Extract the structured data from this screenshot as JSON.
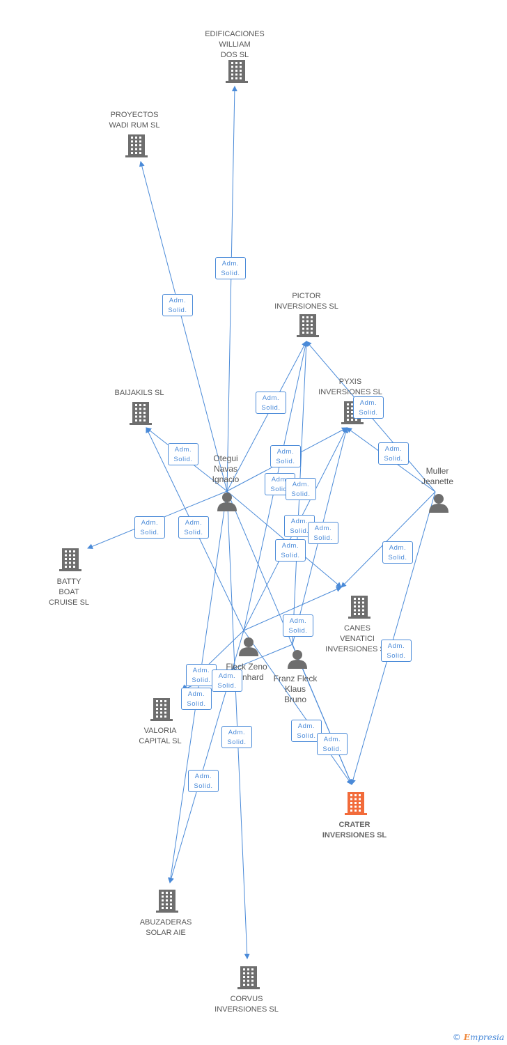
{
  "colors": {
    "edge": "#4a8ad8",
    "company": "#6e6e6e",
    "person": "#6e6e6e",
    "focus_company": "#f26b3a"
  },
  "footer": {
    "copyright": "©",
    "brand_first": "E",
    "brand_rest": "mpresia"
  },
  "nodes": [
    {
      "id": "edificaciones",
      "type": "company",
      "label": "EDIFICACIONES\nWILLIAM\nDOS SL"
    },
    {
      "id": "proyectos",
      "type": "company",
      "label": "PROYECTOS\nWADI RUM SL"
    },
    {
      "id": "pictor",
      "type": "company",
      "label": "PICTOR\nINVERSIONES SL"
    },
    {
      "id": "baijakils",
      "type": "company",
      "label": "BAIJAKILS SL"
    },
    {
      "id": "pyxis",
      "type": "company",
      "label": "PYXIS\nINVERSIONES SL"
    },
    {
      "id": "otegui",
      "type": "person",
      "label": "Otegui\nNavas\nIgnacio"
    },
    {
      "id": "muller",
      "type": "person",
      "label": "Muller\nJeanette"
    },
    {
      "id": "batty",
      "type": "company",
      "label": "BATTY\nBOAT\nCRUISE SL"
    },
    {
      "id": "canes",
      "type": "company",
      "label": "CANES\nVENATICI\nINVERSIONES SL"
    },
    {
      "id": "fleckzeno",
      "type": "person",
      "label": "Fleck Zeno\nBernhard"
    },
    {
      "id": "franzfleck",
      "type": "person",
      "label": "Franz Fleck\nKlaus\nBruno"
    },
    {
      "id": "valoria",
      "type": "company",
      "label": "VALORIA\nCAPITAL SL"
    },
    {
      "id": "crater",
      "type": "focus",
      "label": "CRATER\nINVERSIONES SL"
    },
    {
      "id": "abuzaderas",
      "type": "company",
      "label": "ABUZADERAS\nSOLAR AIE"
    },
    {
      "id": "corvus",
      "type": "company",
      "label": "CORVUS\nINVERSIONES SL"
    }
  ],
  "edges": [
    {
      "from": "otegui",
      "to": "edificaciones",
      "label": "Adm.\nSolid."
    },
    {
      "from": "otegui",
      "to": "proyectos",
      "label": "Adm.\nSolid."
    },
    {
      "from": "otegui",
      "to": "pictor",
      "label": "Adm.\nSolid."
    },
    {
      "from": "otegui",
      "to": "baijakils",
      "label": "Adm.\nSolid."
    },
    {
      "from": "otegui",
      "to": "pyxis",
      "label": "Adm.\nSolid."
    },
    {
      "from": "otegui",
      "to": "batty",
      "label": "Adm.\nSolid."
    },
    {
      "from": "otegui",
      "to": "canes",
      "label": "Adm.\nSolid."
    },
    {
      "from": "otegui",
      "to": "crater",
      "label": "Adm.\nSolid."
    },
    {
      "from": "otegui",
      "to": "abuzaderas",
      "label": "Adm.\nSolid."
    },
    {
      "from": "otegui",
      "to": "corvus",
      "label": "Adm.\nSolid."
    },
    {
      "from": "muller",
      "to": "pictor",
      "label": "Adm.\nSolid."
    },
    {
      "from": "muller",
      "to": "pyxis",
      "label": "Adm.\nSolid."
    },
    {
      "from": "muller",
      "to": "canes",
      "label": "Adm.\nSolid."
    },
    {
      "from": "muller",
      "to": "crater",
      "label": "Adm.\nSolid."
    },
    {
      "from": "fleckzeno",
      "to": "pictor",
      "label": "Adm.\nSolid."
    },
    {
      "from": "fleckzeno",
      "to": "pyxis",
      "label": "Adm.\nSolid."
    },
    {
      "from": "fleckzeno",
      "to": "baijakils",
      "label": "Adm.\nSolid."
    },
    {
      "from": "fleckzeno",
      "to": "canes",
      "label": "Adm.\nSolid."
    },
    {
      "from": "fleckzeno",
      "to": "valoria",
      "label": "Adm.\nSolid."
    },
    {
      "from": "fleckzeno",
      "to": "abuzaderas",
      "label": "Adm.\nSolid."
    },
    {
      "from": "fleckzeno",
      "to": "crater",
      "label": "Adm.\nSolid."
    },
    {
      "from": "franzfleck",
      "to": "pictor",
      "label": "Adm.\nSolid."
    },
    {
      "from": "franzfleck",
      "to": "pyxis",
      "label": "Adm.\nSolid."
    },
    {
      "from": "franzfleck",
      "to": "valoria",
      "label": "Adm.\nSolid."
    },
    {
      "from": "franzfleck",
      "to": "crater",
      "label": "Adm.\nSolid."
    }
  ]
}
